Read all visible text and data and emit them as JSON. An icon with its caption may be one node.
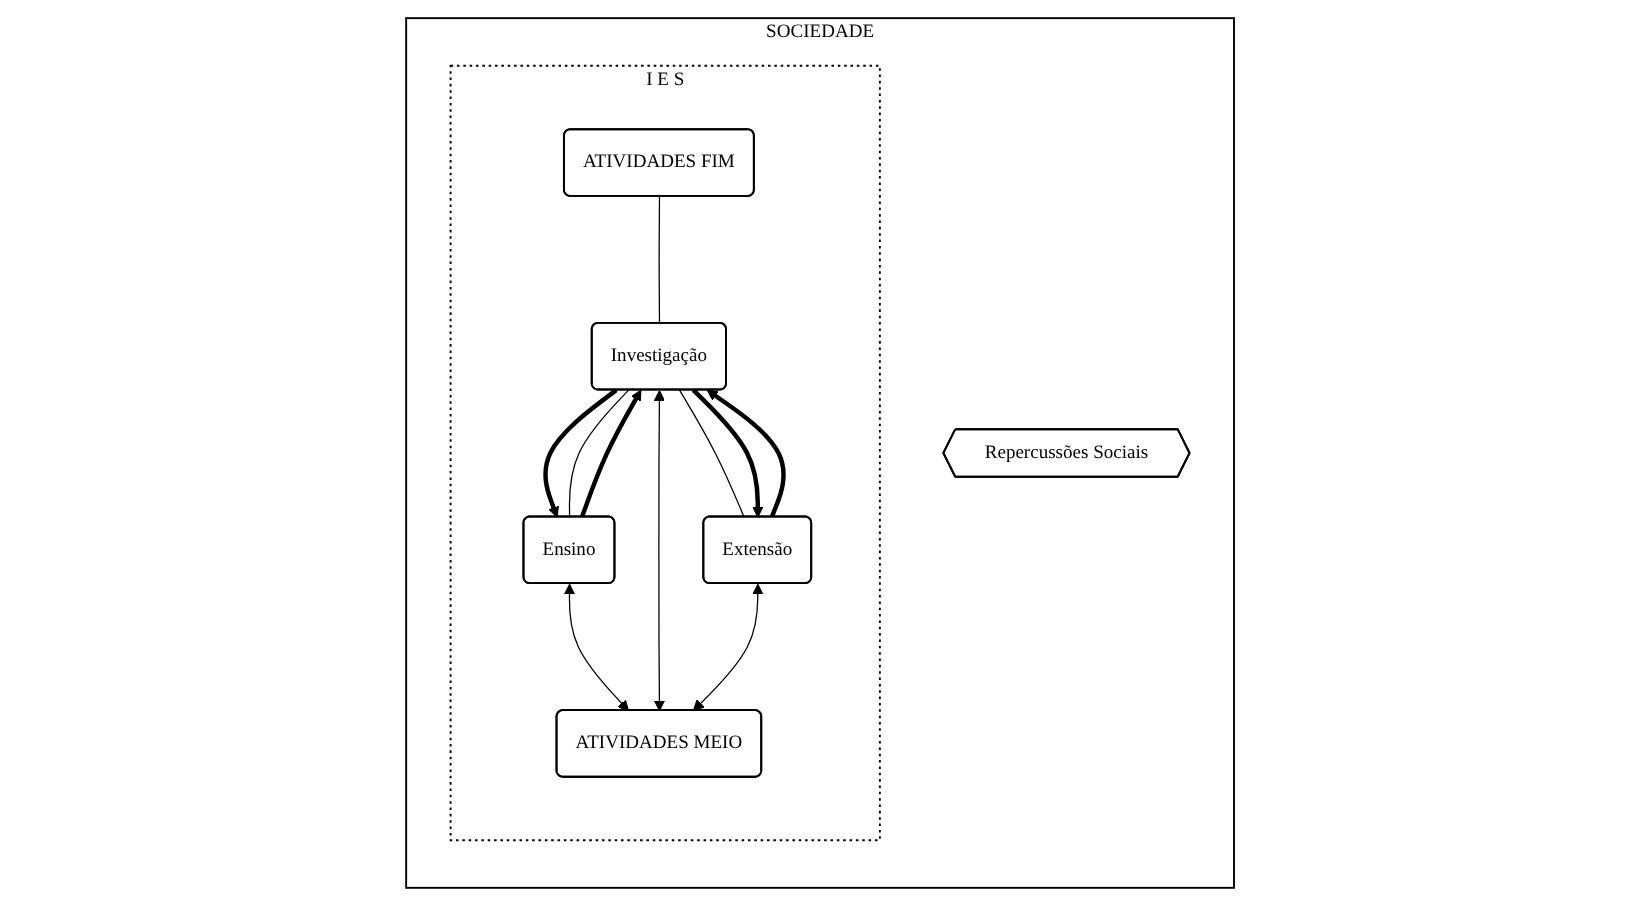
{
  "diagram": {
    "nodes": [
      {
        "text": [
          "SOCIEDADE"
        ]
      },
      {
        "text": [
          "I E S"
        ],
        "in": 0
      },
      {
        "text": [
          "ATIVIDADES FIM"
        ],
        "in": 1
      },
      {
        "text": [
          "Repercussões Sociais"
        ],
        "in": 0
      },
      {
        "text": [
          "Ensino"
        ],
        "in": 1
      },
      {
        "text": [
          "Investigação"
        ],
        "in": 1
      },
      {
        "text": [
          "Extensão"
        ],
        "in": 1
      },
      {
        "text": [
          "ATIVIDADES MEIO"
        ],
        "in": 1
      }
    ],
    "edges": [
      {
        "from": 2,
        "to": 5,
        "arrow": "none"
      },
      {
        "from": 4,
        "to": 5,
        "arrow": "none"
      },
      {
        "from": 5,
        "to": 6,
        "arrow": "none"
      },
      {
        "from": 4,
        "to": 5,
        "arrow": "to",
        "style": "thick"
      },
      {
        "from": 5,
        "to": 4,
        "arrow": "to",
        "style": "thick"
      },
      {
        "from": 5,
        "to": 6,
        "arrow": "to",
        "style": "thick"
      },
      {
        "from": 6,
        "to": 5,
        "arrow": "to",
        "style": "thick"
      },
      {
        "from": 4,
        "to": 7,
        "arrow": "both"
      },
      {
        "from": 5,
        "to": 7,
        "arrow": "both"
      },
      {
        "from": 6,
        "to": 7,
        "arrow": "both"
      }
    ]
  }
}
